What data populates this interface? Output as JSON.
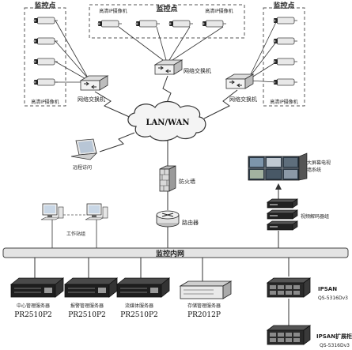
{
  "labels": {
    "zone_left": "监控点",
    "zone_top": "监控点",
    "zone_right": "监控点",
    "hd_camera": "高清IP摄像机",
    "switch_top": "网络交换机",
    "switch_left": "网络交换机",
    "switch_right": "网络交换机",
    "cloud": "LAN/WAN",
    "remote_access": "远程访问",
    "firewall": "防火墙",
    "router": "路由器",
    "workstation": "工作站组",
    "video_wall_line1": "大屏幕电视",
    "video_wall_line2": "墙系统",
    "decoder": "视频解码器组",
    "bus": "监控内网",
    "ipsan": "IPSAN",
    "ipsan_model": "QS-5316Dv3",
    "ipsan_ext": "IPSAN扩展柜",
    "ipsan_ext_model": "QS-5316Dv3"
  },
  "servers": [
    {
      "name": "中心管理服务器",
      "model": "PR2510P2"
    },
    {
      "name": "报警管理服务器",
      "model": "PR2510P2"
    },
    {
      "name": "流媒体服务器",
      "model": "PR2510P2"
    },
    {
      "name": "存储管理服务器",
      "model": "PR2012P"
    }
  ],
  "colors": {
    "line": "#333333",
    "dash": "#555555",
    "bus_fill": "#e4e4e4",
    "device": "#2b2b2b",
    "cloud_fill": "#f4f4f4"
  }
}
